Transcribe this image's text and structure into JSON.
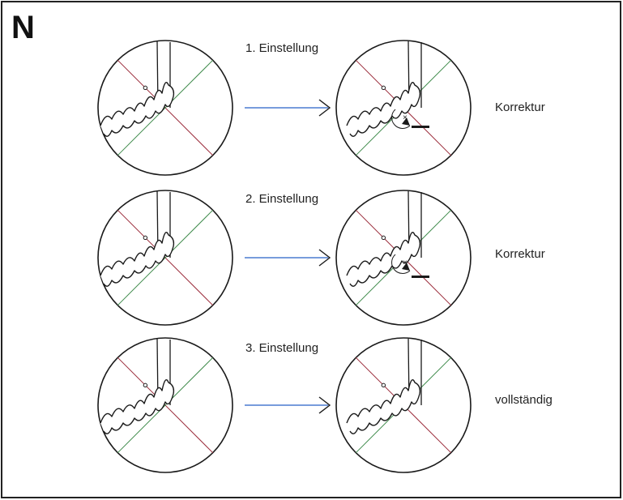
{
  "panel_letter": "N",
  "steps": [
    {
      "label": "1. Einstellung",
      "result": "Korrektur"
    },
    {
      "label": "2. Einstellung",
      "result": "Korrektur"
    },
    {
      "label": "3. Einstellung",
      "result": "vollständig"
    }
  ],
  "colors": {
    "ink": "#1a1a1a",
    "arrow_blue": "#4a7bd1",
    "line_green": "#3e8a4a",
    "line_red": "#9b2b3a",
    "frame": "#222222"
  }
}
